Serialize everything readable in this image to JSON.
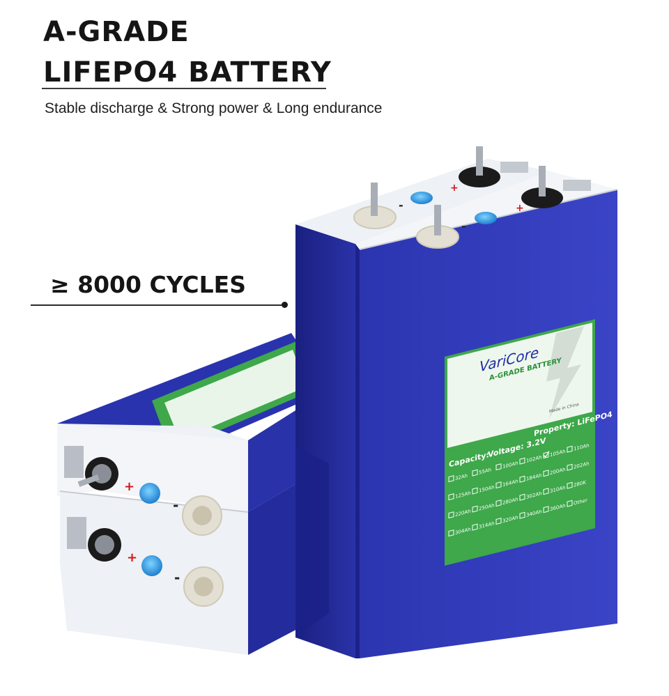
{
  "headline": {
    "line1": "A-GRADE",
    "line2": "LIFEPO4 BATTERY",
    "subtitle": "Stable discharge & Strong power & Long endurance"
  },
  "callout": {
    "cycles": "≥ 8000 CYCLES"
  },
  "label": {
    "brand": "VariCore",
    "tagline": "A-GRADE BATTERY",
    "property": "Property: LiFePO4",
    "voltage": "Voltage: 3.2V",
    "capacity_heading": "Capacity:",
    "made_in": "Made in China",
    "capacities": [
      "32Ah",
      "55Ah",
      "100Ah",
      "102Ah",
      "105Ah",
      "110Ah",
      "125Ah",
      "150Ah",
      "164Ah",
      "184Ah",
      "200Ah",
      "202Ah",
      "220Ah",
      "250Ah",
      "280Ah",
      "302Ah",
      "310Ah",
      "280K",
      "304Ah",
      "314Ah",
      "320Ah",
      "340Ah",
      "360Ah",
      "Other"
    ],
    "checked": "105Ah"
  },
  "terminals": {
    "plus": "+",
    "minus": "-"
  },
  "colors": {
    "casing_front": "#2f37b5",
    "casing_side": "#1f2690",
    "casing_top": "#f1f3f6",
    "label_green": "#3ea84a",
    "label_light": "#eef7ee",
    "vent_blue": "#2d8fd6",
    "plus_red": "#d21818"
  }
}
